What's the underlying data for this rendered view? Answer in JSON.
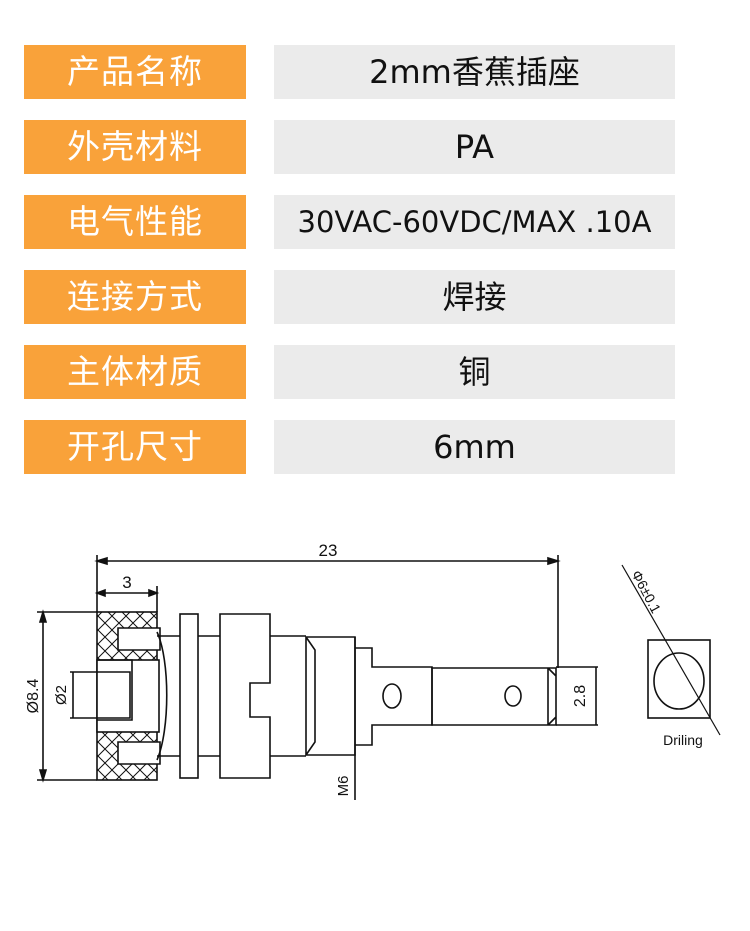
{
  "specs": [
    {
      "label": "产品名称",
      "value": "2mm香蕉插座"
    },
    {
      "label": "外壳材料",
      "value": "PA"
    },
    {
      "label": "电气性能",
      "value": "30VAC-60VDC/MAX .10A"
    },
    {
      "label": "连接方式",
      "value": "焊接"
    },
    {
      "label": "主体材质",
      "value": "铜"
    },
    {
      "label": "开孔尺寸",
      "value": "6mm"
    }
  ],
  "drawing": {
    "total_length": "23",
    "knob_width": "3",
    "knob_diameter": "Ø8.4",
    "hole_diameter": "Ø2",
    "thread": "M6",
    "tab_width": "2.8",
    "drill_diameter": "Φ6±0.1",
    "drill_label": "Driling"
  },
  "colors": {
    "label_bg": "#F9A23A",
    "value_bg": "#EBEBEB"
  }
}
